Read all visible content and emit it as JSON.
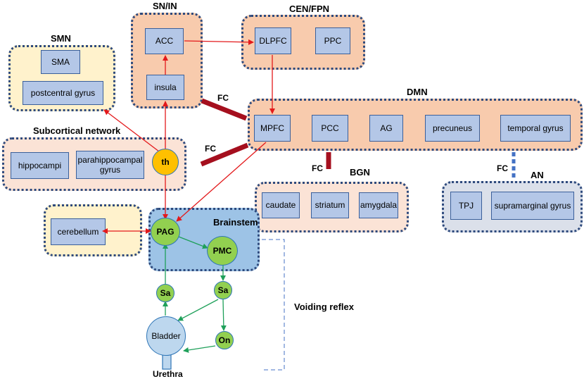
{
  "groups": {
    "sn_in": {
      "label": "SN/IN",
      "boxes": [
        "ACC",
        "insula"
      ]
    },
    "cen_fpn": {
      "label": "CEN/FPN",
      "boxes": [
        "DLPFC",
        "PPC"
      ]
    },
    "smn": {
      "label": "SMN",
      "boxes": [
        "SMA",
        "postcentral gyrus"
      ]
    },
    "dmn": {
      "label": "DMN",
      "boxes": [
        "MPFC",
        "PCC",
        "AG",
        "precuneus",
        "temporal gyrus"
      ]
    },
    "subcortical": {
      "label": "Subcortical network",
      "boxes": [
        "hippocampi",
        "parahippocampal gyrus"
      ],
      "node": "th"
    },
    "bgn": {
      "label": "BGN",
      "boxes": [
        "caudate",
        "striatum",
        "amygdala"
      ]
    },
    "an": {
      "label": "AN",
      "boxes": [
        "TPJ",
        "supramarginal gyrus"
      ]
    },
    "cerebellum": {
      "boxes": [
        "cerebellum"
      ]
    },
    "brainstem": {
      "label": "Brainstem",
      "nodes": [
        "PAG",
        "PMC"
      ]
    }
  },
  "fc_labels": [
    "FC",
    "FC",
    "FC",
    "FC"
  ],
  "reflex": {
    "nodes": [
      "Sa",
      "Sa",
      "Bladder",
      "On"
    ],
    "urethra": "Urethra",
    "voiding_label": "Voiding reflex"
  },
  "colors": {
    "arrow_red": "#e3191b",
    "arrow_green": "#1fa05a",
    "fc_bar": "#a50f1e",
    "fc_dotted": "#4472c4"
  }
}
